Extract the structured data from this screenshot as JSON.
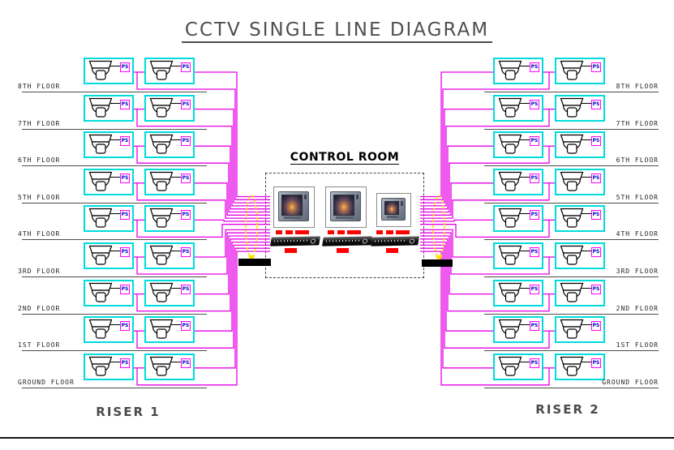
{
  "title": "CCTV SINGLE LINE DIAGRAM",
  "control_room": {
    "label": "CONTROL ROOM",
    "monitor_count": 3,
    "dvr_count": 3
  },
  "floors": [
    "8TH FLOOR",
    "7TH FLOOR",
    "6TH FLOOR",
    "5TH FLOOR",
    "4TH FLOOR",
    "3RD FLOOR",
    "2ND FLOOR",
    "1ST FLOOR",
    "GROUND FLOOR"
  ],
  "risers": {
    "left": "RISER 1",
    "right": "RISER 2"
  },
  "camera": {
    "ps_label": "PS",
    "cameras_per_floor_per_riser": 2
  },
  "colors": {
    "wire": "#e600e6",
    "camera_box": "#00dcdc",
    "ps_border": "#ff00ff",
    "ps_text": "#0000cc",
    "cable_marker": "#ffe400",
    "alert_tag": "#ff0000"
  }
}
